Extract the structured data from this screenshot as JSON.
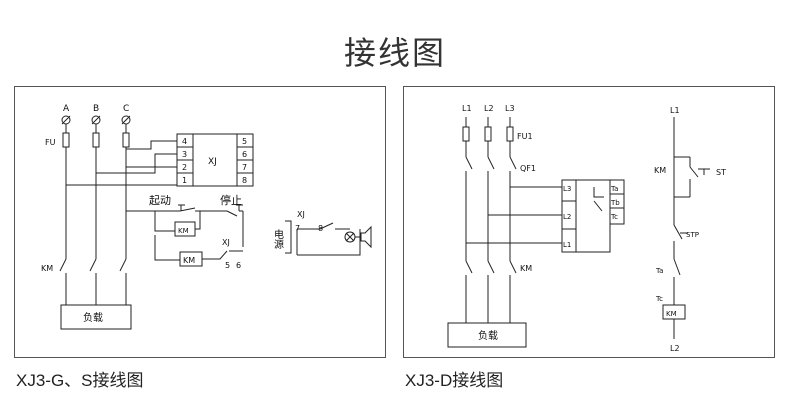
{
  "title": "接线图",
  "left": {
    "caption": "XJ3-G、S接线图",
    "phases": [
      "A",
      "B",
      "C"
    ],
    "fuse": "FU",
    "relay": {
      "name": "XJ",
      "left_terminals": [
        "4",
        "3",
        "2",
        "1"
      ],
      "right_terminals": [
        "5",
        "6",
        "7",
        "8"
      ]
    },
    "start_label": "起动",
    "stop_label": "停止",
    "km_label": "KM",
    "xj_label": "XJ",
    "xj_contacts": [
      "5",
      "6"
    ],
    "km_coil": "KM",
    "load": "负载",
    "power": "电源",
    "alarm_xj": "XJ",
    "alarm_terms": [
      "7",
      "8"
    ]
  },
  "right": {
    "caption": "XJ3-D接线图",
    "lines": [
      "L1",
      "L2",
      "L3"
    ],
    "fuse": "FU1",
    "breaker": "QF1",
    "terminals": [
      "L3",
      "L2",
      "L1"
    ],
    "outputs": [
      "Ta",
      "Tb",
      "Tc"
    ],
    "km_label": "KM",
    "load": "负载",
    "ctrl": {
      "top": "L1",
      "km": "KM",
      "st": "ST",
      "stp": "STP",
      "ta": "Ta",
      "tc": "Tc",
      "coil": "KM",
      "bottom": "L2"
    }
  }
}
